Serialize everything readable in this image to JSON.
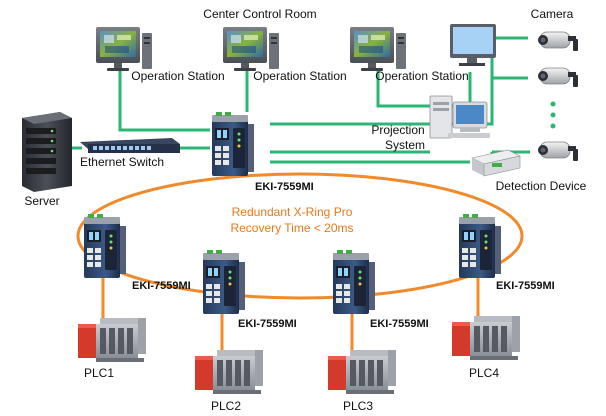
{
  "title": "Center Control Room",
  "colors": {
    "ethernet_link": "#2bb673",
    "ring": "#f08a2a",
    "ring_text": "#e87a1a",
    "switch_body": "#2f4a6e",
    "plc_red": "#d33a2c"
  },
  "labels": {
    "operation_station_1": "Operation Station",
    "operation_station_2": "Operation Station",
    "operation_station_3": "Operation Station",
    "camera": "Camera",
    "server": "Server",
    "ethernet_switch": "Ethernet Switch",
    "projection_system_line1": "Projection",
    "projection_system_line2": "System",
    "detection_device": "Detection Device",
    "core_switch": "EKI-7559MI",
    "ring_line1": "Redundant X-Ring Pro",
    "ring_line2": "Recovery Time < 20ms",
    "ring_switch_1": "EKI-7559MI",
    "ring_switch_2": "EKI-7559MI",
    "ring_switch_3": "EKI-7559MI",
    "ring_switch_4": "EKI-7559MI",
    "plc_1": "PLC1",
    "plc_2": "PLC2",
    "plc_3": "PLC3",
    "plc_4": "PLC4"
  },
  "icons": {
    "monitor": "desktop-monitor-icon",
    "camera": "security-camera-icon",
    "server": "server-rack-icon",
    "switch": "industrial-switch-icon",
    "plc": "plc-controller-icon"
  }
}
